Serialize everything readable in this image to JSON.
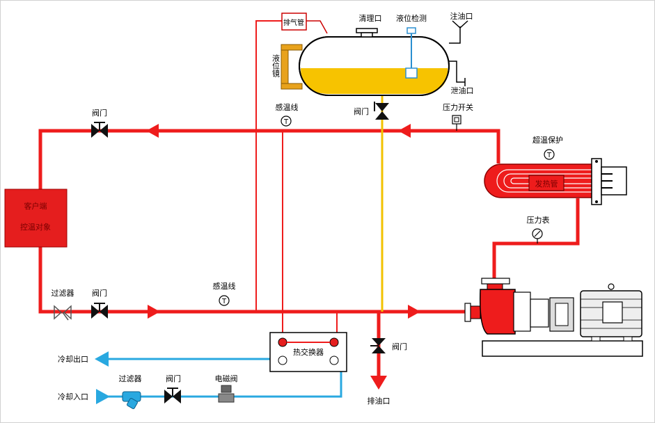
{
  "labels": {
    "exhaust_pipe": "排气管",
    "clean_port": "清理口",
    "level_detect": "液位检测",
    "fill_port": "注油口",
    "level_gauge": "液位镜",
    "drain_port_top": "泄油口",
    "temp_line_top": "感温线",
    "valve_tank": "阀门",
    "pressure_switch": "压力开关",
    "valve_top_left": "阀门",
    "over_temp": "超温保护",
    "heater": "发热管",
    "client_line1": "客户端",
    "client_line2": "控温对象",
    "pressure_gauge": "压力表",
    "filter_bottom": "过滤器",
    "valve_bottom": "阀门",
    "temp_line_bottom": "感温线",
    "heat_exchanger": "热交换器",
    "valve_drain": "阀门",
    "drain_outlet": "排油口",
    "cool_out": "冷却出口",
    "cool_in": "冷却入口",
    "filter_cool": "过滤器",
    "valve_cool": "阀门",
    "solenoid": "电磁阀"
  },
  "colors": {
    "hot_pipe": "#ee1c1c",
    "cool_pipe": "#29a8e0",
    "oil_pipe": "#f2c200",
    "oil_fill": "#f7c300",
    "brass": "#e8a21c"
  }
}
